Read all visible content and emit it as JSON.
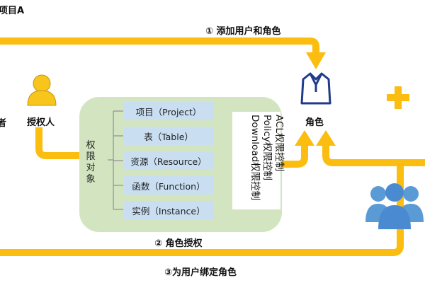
{
  "project_label": "项目A",
  "step1_label": "① 添加用户和角色",
  "step2_label": "② 角色授权",
  "step3_label": "③为用户绑定角色",
  "grantor_label": "授权人",
  "role_label": "角色",
  "left_cut_label": "者",
  "auth_objects_label": "权限对象",
  "objects": [
    "项目（Project）",
    "表（Table）",
    "资源（Resource）",
    "函数（Function）",
    "实例（Instance）"
  ],
  "controls": [
    "ACL权限控制",
    "Policy权限控制",
    "Download权限控制"
  ],
  "colors": {
    "flow_line": "#fbbd0f",
    "panel": "#d3e5c0",
    "object_box": "#c9dff1",
    "user_icon": "#f7c51c",
    "group_icon": "#5b9bd5",
    "role_icon": "#1f3b8a",
    "plus": "#fbbd0f"
  },
  "icons": [
    "person-icon",
    "shirt-icon",
    "plus-icon",
    "user-group-icon"
  ]
}
